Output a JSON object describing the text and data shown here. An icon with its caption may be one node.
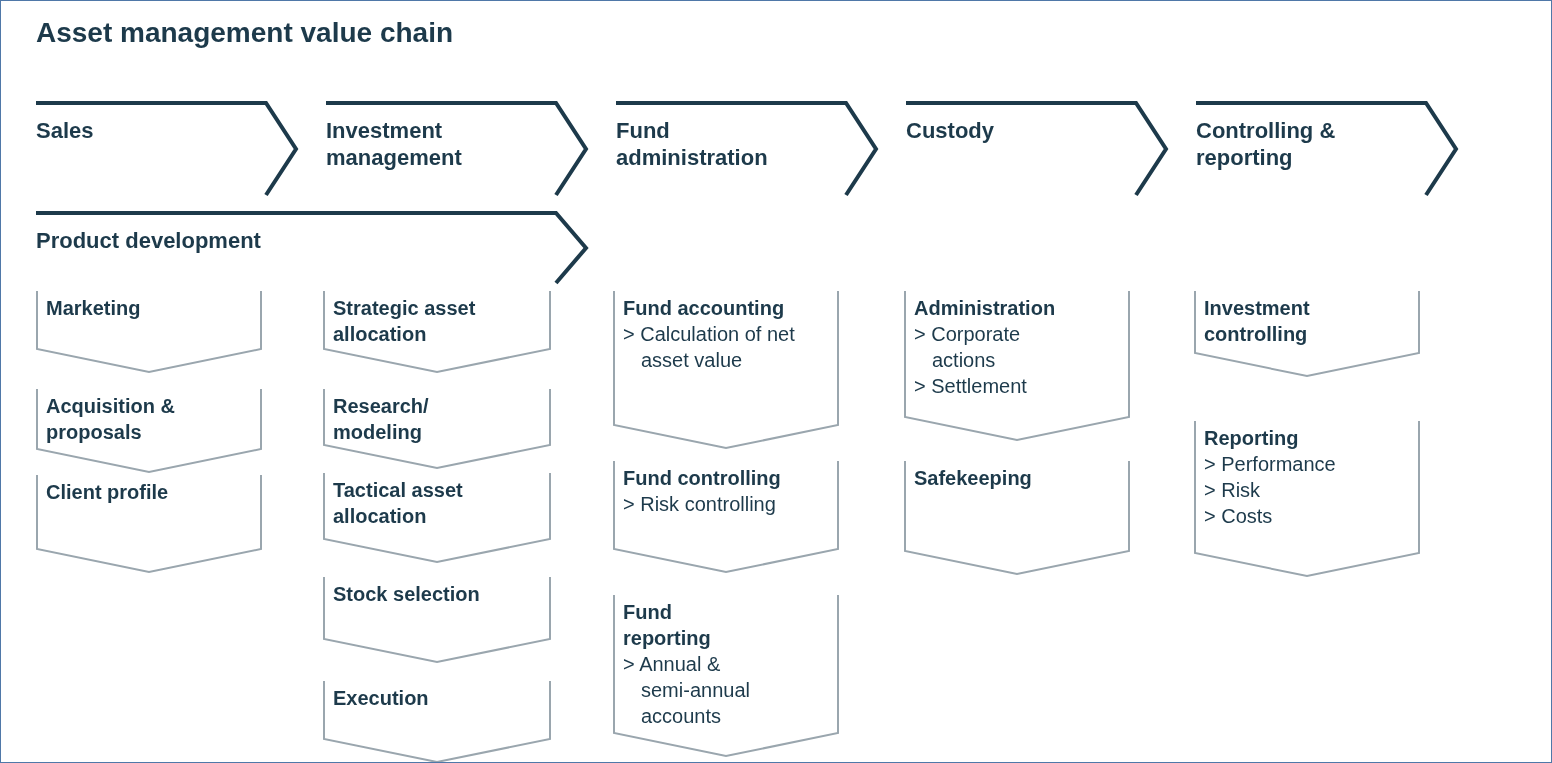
{
  "diagram": {
    "title": "Asset management value chain",
    "nodes": [
      {
        "text": [
          "Sales"
        ]
      },
      {
        "text": [
          "Investment management"
        ]
      },
      {
        "text": [
          "Fund administration"
        ]
      },
      {
        "text": [
          "Custody"
        ]
      },
      {
        "text": [
          "Controlling & reporting"
        ]
      },
      {
        "text": [
          "Product development"
        ]
      },
      {
        "text": [
          "Marketing"
        ]
      },
      {
        "text": [
          "Acquisition & proposals"
        ]
      },
      {
        "text": [
          "Client profile"
        ]
      },
      {
        "text": [
          "Strategic asset allocation"
        ]
      },
      {
        "text": [
          "Research/ modeling"
        ]
      },
      {
        "text": [
          "Tactical asset allocation"
        ]
      },
      {
        "text": [
          "Stock selection"
        ]
      },
      {
        "text": [
          "Execution"
        ]
      },
      {
        "text": [
          "Fund accounting",
          "> Calculation of net asset value"
        ]
      },
      {
        "text": [
          "Fund controlling",
          "> Risk controlling"
        ]
      },
      {
        "text": [
          "Fund reporting",
          "> Annual & semi-annual accounts"
        ]
      },
      {
        "text": [
          "Administration",
          "> Corporate actions",
          "> Settlement"
        ]
      },
      {
        "text": [
          "Safekeeping"
        ]
      },
      {
        "text": [
          "Investment controlling"
        ]
      },
      {
        "text": [
          "Reporting",
          "> Performance",
          "> Risk",
          "> Costs"
        ]
      }
    ]
  }
}
